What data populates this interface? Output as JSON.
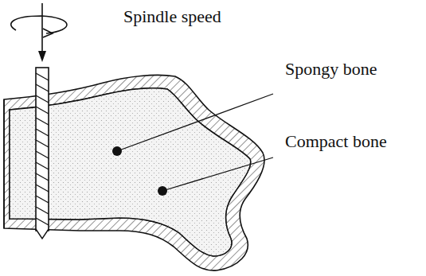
{
  "diagram": {
    "labels": [
      "Spindle speed",
      "Spongy bone",
      "Compact bone"
    ]
  }
}
